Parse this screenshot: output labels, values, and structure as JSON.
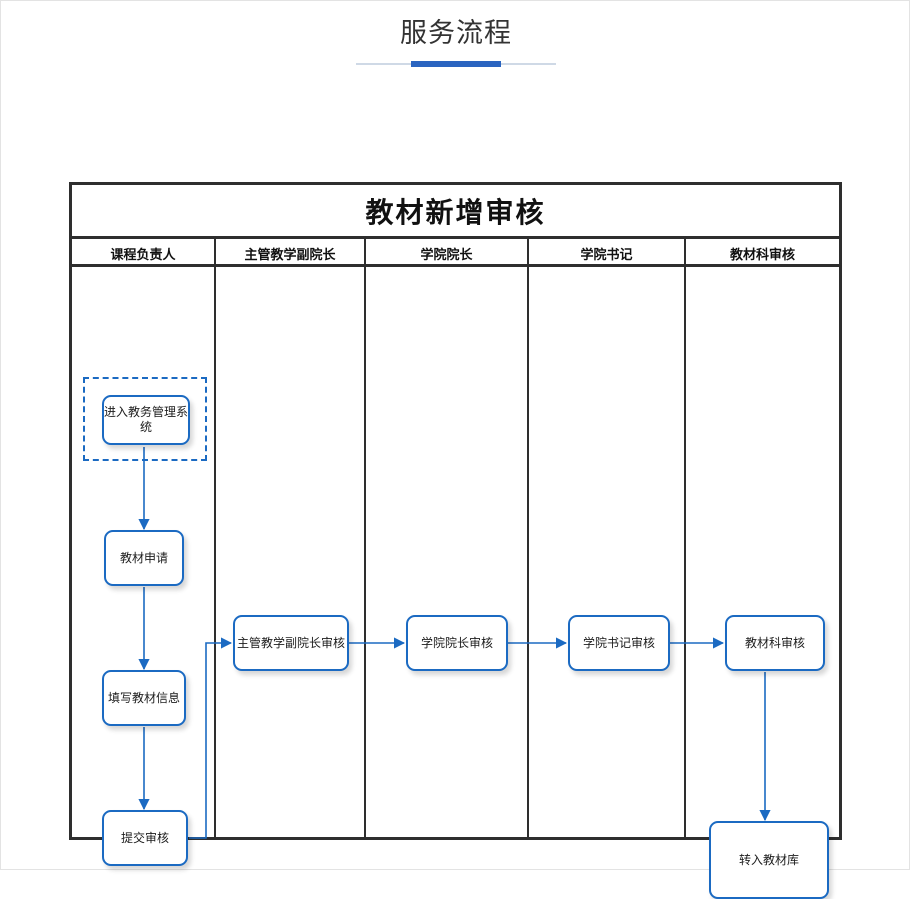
{
  "page": {
    "title": "服务流程",
    "accent_color": "#2a64c0",
    "rule_color": "#cfd9e6",
    "background": "#ffffff"
  },
  "flow": {
    "title": "教材新增审核",
    "frame_border_color": "#2e2e2e",
    "node_border_color": "#1b6ac2",
    "connector_color": "#1b6ac2",
    "lanes": [
      {
        "id": "lane-course-owner",
        "label": "课程负责人"
      },
      {
        "id": "lane-vice-dean",
        "label": "主管教学副院长"
      },
      {
        "id": "lane-dean",
        "label": "学院院长"
      },
      {
        "id": "lane-secretary",
        "label": "学院书记"
      },
      {
        "id": "lane-textbook-dept",
        "label": "教材科审核"
      }
    ],
    "nodes": [
      {
        "id": "node-enter-system",
        "lane": "lane-course-owner",
        "label": "进入教务管理系统",
        "selected": true
      },
      {
        "id": "node-apply",
        "lane": "lane-course-owner",
        "label": "教材申请",
        "selected": false
      },
      {
        "id": "node-fill-info",
        "lane": "lane-course-owner",
        "label": "填写教材信息",
        "selected": false
      },
      {
        "id": "node-submit-review",
        "lane": "lane-course-owner",
        "label": "提交审核",
        "selected": false
      },
      {
        "id": "node-vice-dean-review",
        "lane": "lane-vice-dean",
        "label": "主管教学副院长审核",
        "selected": false
      },
      {
        "id": "node-dean-review",
        "lane": "lane-dean",
        "label": "学院院长审核",
        "selected": false
      },
      {
        "id": "node-secretary-review",
        "lane": "lane-secretary",
        "label": "学院书记审核",
        "selected": false
      },
      {
        "id": "node-dept-review",
        "lane": "lane-textbook-dept",
        "label": "教材科审核",
        "selected": false
      },
      {
        "id": "node-into-library",
        "lane": "lane-textbook-dept",
        "label": "转入教材库",
        "selected": false
      }
    ],
    "edges": [
      {
        "from": "node-enter-system",
        "to": "node-apply"
      },
      {
        "from": "node-apply",
        "to": "node-fill-info"
      },
      {
        "from": "node-fill-info",
        "to": "node-submit-review"
      },
      {
        "from": "node-submit-review",
        "to": "node-vice-dean-review"
      },
      {
        "from": "node-vice-dean-review",
        "to": "node-dean-review"
      },
      {
        "from": "node-dean-review",
        "to": "node-secretary-review"
      },
      {
        "from": "node-secretary-review",
        "to": "node-dept-review"
      },
      {
        "from": "node-dept-review",
        "to": "node-into-library"
      }
    ]
  }
}
